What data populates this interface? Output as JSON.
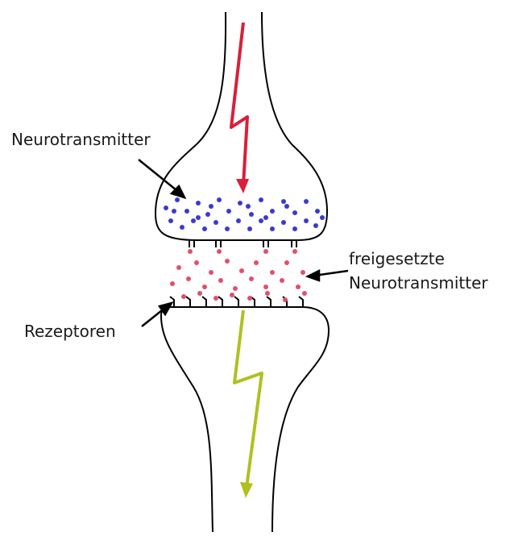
{
  "labels": {
    "neurotransmitter": "Neurotransmitter",
    "released_line1": "freigesetzte",
    "released_line2": "Neurotransmitter",
    "receptors": "Rezeptoren"
  },
  "colors": {
    "outline": "#000000",
    "vesicle_dots": "#3a3ad0",
    "released_dots": "#e0506e",
    "incoming_signal_arrow": "#d8203a",
    "outgoing_signal_arrow": "#b0c020"
  }
}
